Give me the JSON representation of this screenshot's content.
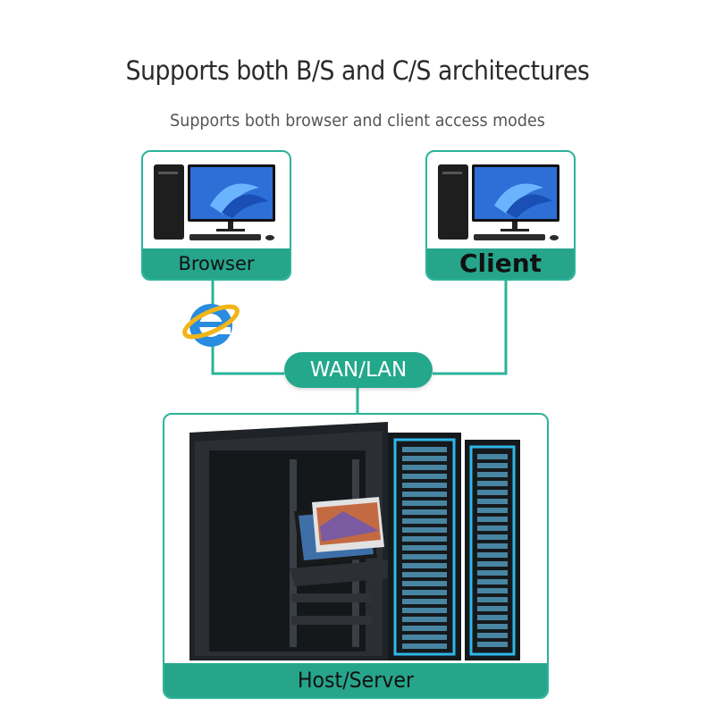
{
  "header": {
    "title": "Supports both B/S and C/S architectures",
    "subtitle": "Supports both browser and client access modes"
  },
  "nodes": {
    "browser_label": "Browser",
    "client_label": "Client",
    "network_label": "WAN/LAN",
    "server_label": "Host/Server"
  },
  "colors": {
    "accent": "#26a58b",
    "line": "#2bb39a"
  },
  "icons": [
    "desktop-pc-icon",
    "browser-icon",
    "server-rack-icon"
  ]
}
